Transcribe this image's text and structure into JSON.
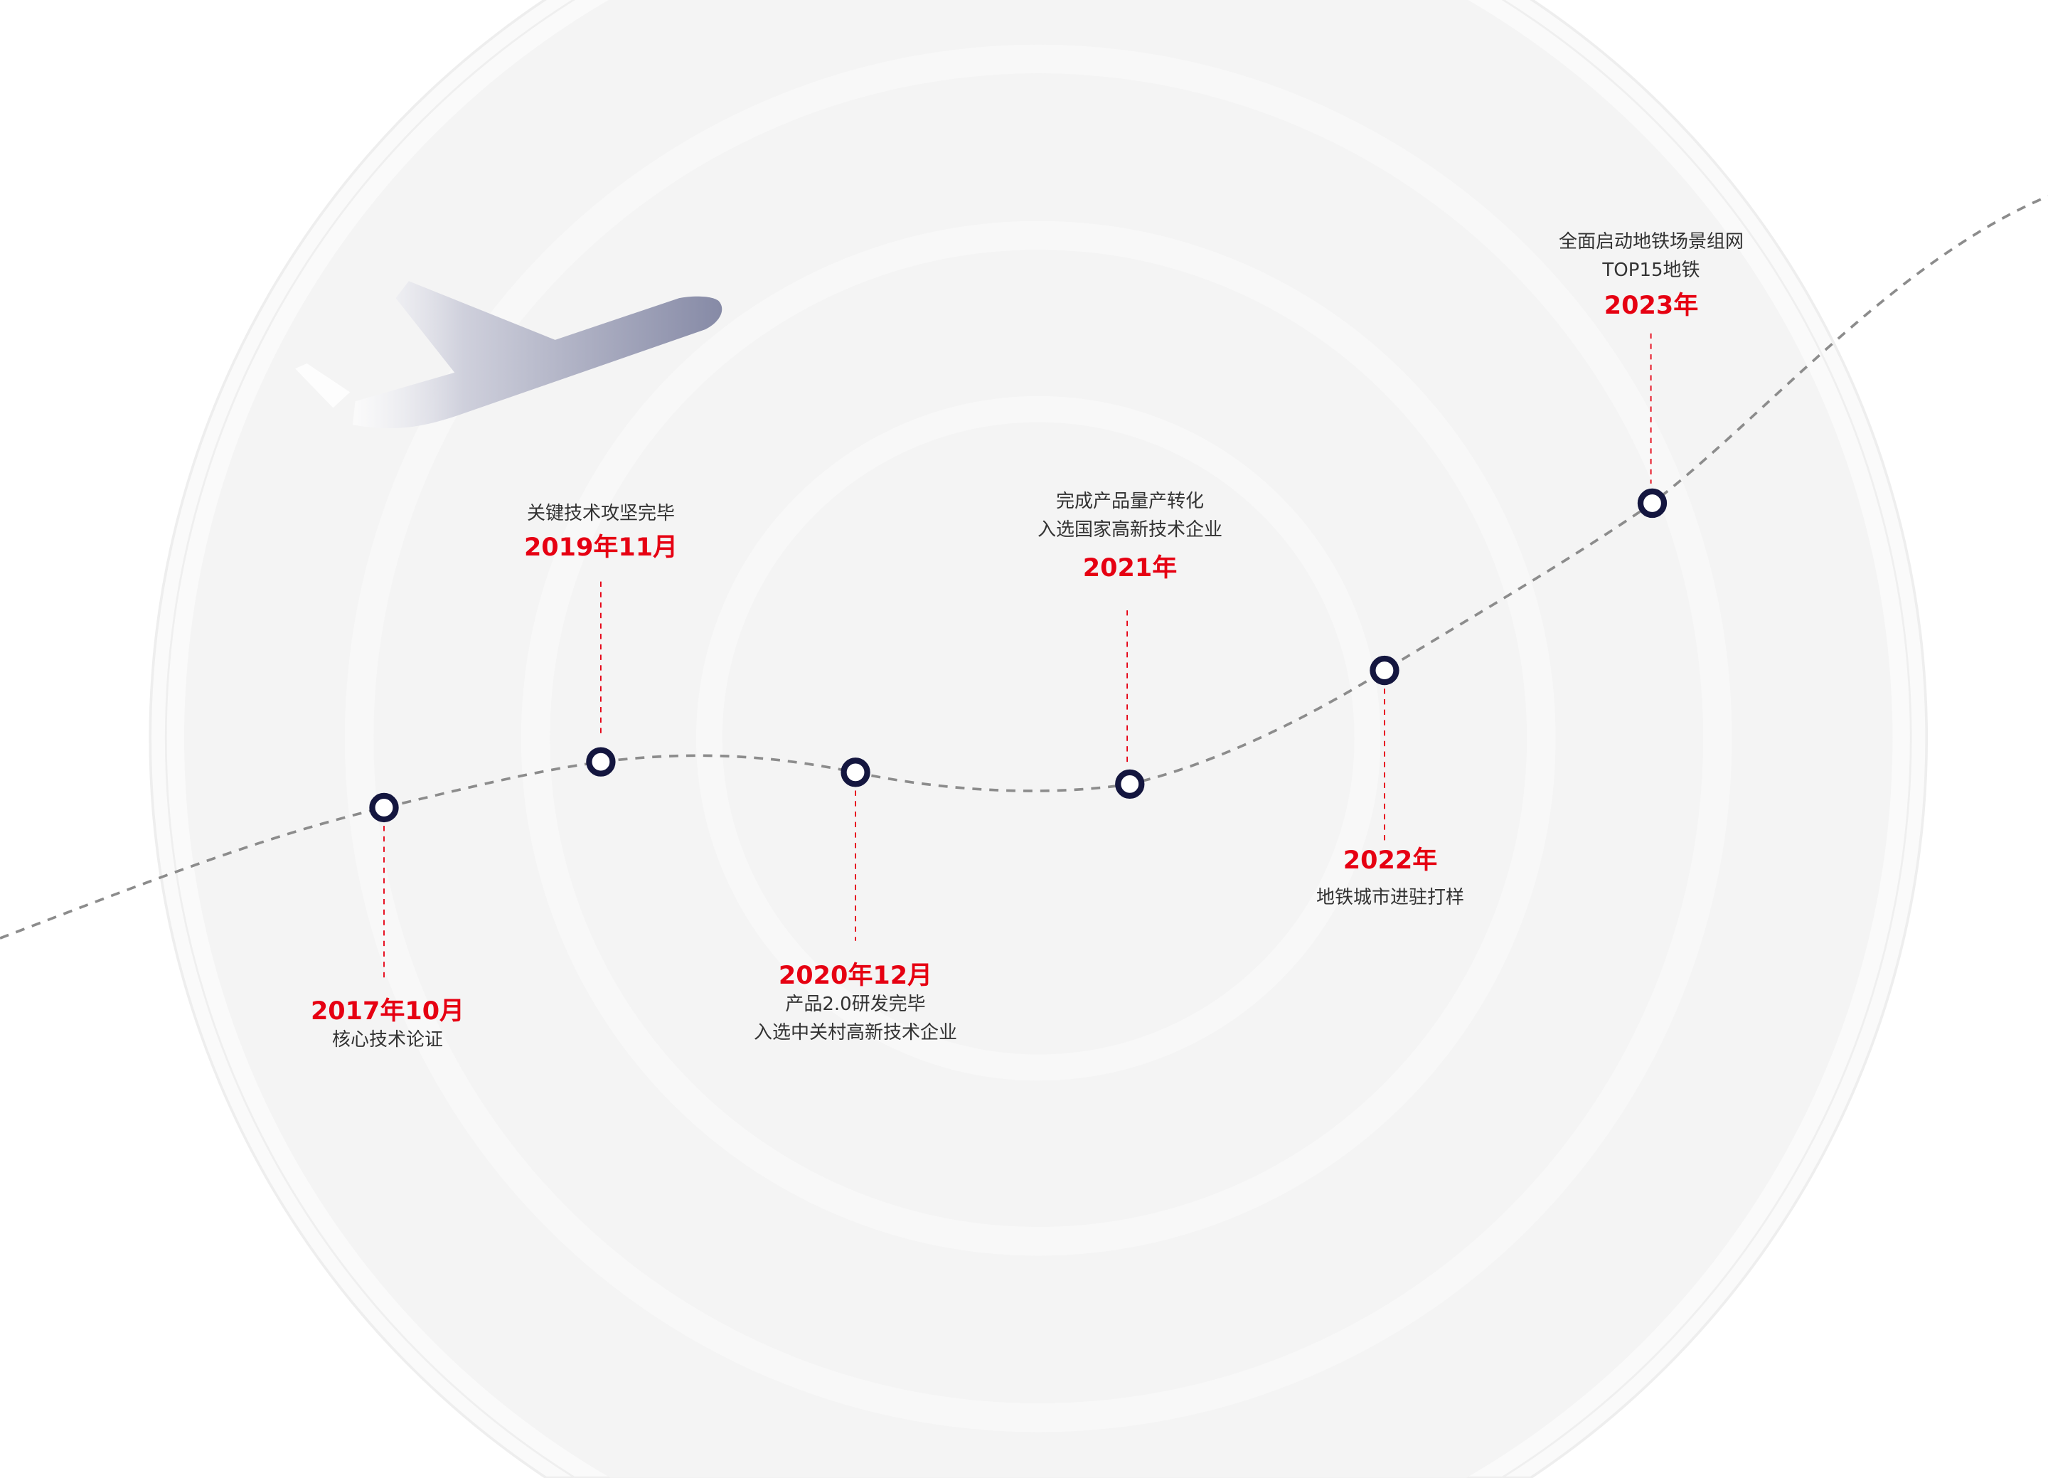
{
  "colors": {
    "accent": "#e60012",
    "dot": "#14163f",
    "curve": "#8c8c8c",
    "disc": "#f4f4f4"
  },
  "milestones": [
    {
      "date": "2017年10月",
      "desc": [
        "核心技术论证"
      ]
    },
    {
      "date": "2019年11月",
      "desc": [
        "关键技术攻坚完毕"
      ]
    },
    {
      "date": "2020年12月",
      "desc": [
        "产品2.0研发完毕",
        "入选中关村高新技术企业"
      ]
    },
    {
      "date": "2021年",
      "desc": [
        "完成产品量产转化",
        "入选国家高新技术企业"
      ]
    },
    {
      "date": "2022年",
      "desc": [
        "地铁城市进驻打样"
      ]
    },
    {
      "date": "2023年",
      "desc": [
        "全面启动地铁场景组网",
        "TOP15地铁"
      ]
    }
  ]
}
